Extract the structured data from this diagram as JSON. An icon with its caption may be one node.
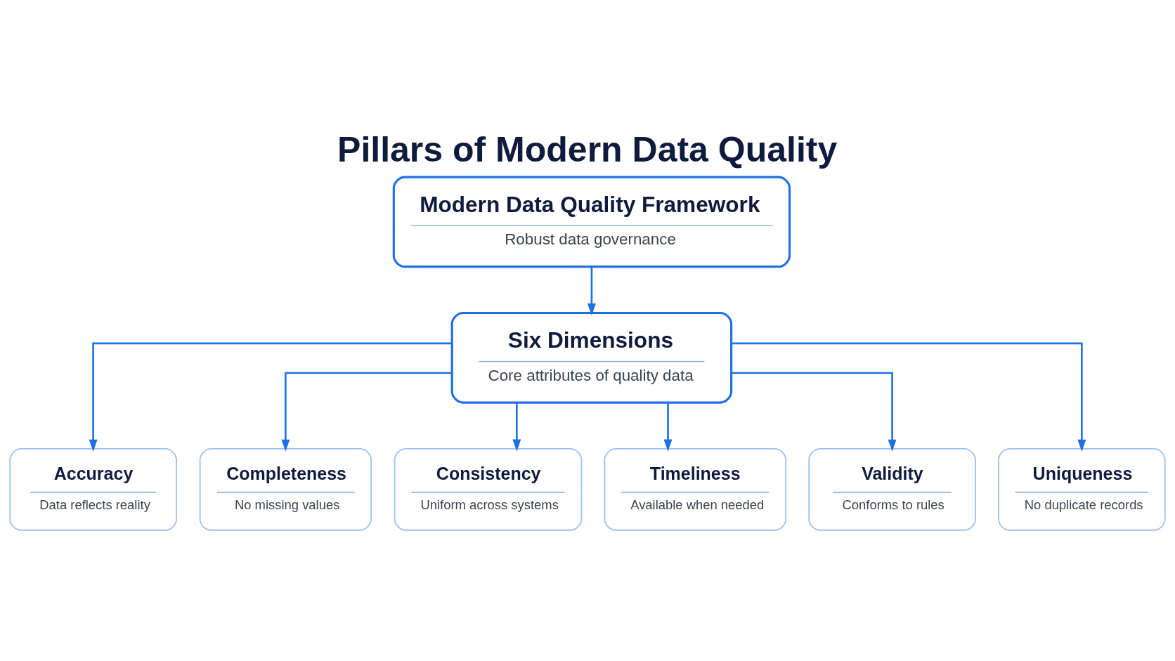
{
  "diagram": {
    "title": "Pillars of Modern Data Quality",
    "nodes": [
      {
        "text": [
          "Modern Data Quality Framework",
          "Robust data governance"
        ]
      },
      {
        "text": [
          "Six Dimensions",
          "Core attributes of quality data"
        ]
      },
      {
        "text": [
          "Accuracy",
          "Data reflects reality"
        ]
      },
      {
        "text": [
          "Completeness",
          "No missing values"
        ]
      },
      {
        "text": [
          "Consistency",
          "Uniform across systems"
        ]
      },
      {
        "text": [
          "Timeliness",
          "Available when needed"
        ]
      },
      {
        "text": [
          "Validity",
          "Conforms to rules"
        ]
      },
      {
        "text": [
          "Uniqueness",
          "No duplicate records"
        ]
      }
    ],
    "edges": [
      {
        "from": 0,
        "to": 1,
        "arrow": "to"
      },
      {
        "from": 1,
        "to": 2,
        "arrow": "to"
      },
      {
        "from": 1,
        "to": 3,
        "arrow": "to"
      },
      {
        "from": 1,
        "to": 4,
        "arrow": "to"
      },
      {
        "from": 1,
        "to": 5,
        "arrow": "to"
      },
      {
        "from": 1,
        "to": 6,
        "arrow": "to"
      },
      {
        "from": 1,
        "to": 7,
        "arrow": "to"
      }
    ]
  }
}
